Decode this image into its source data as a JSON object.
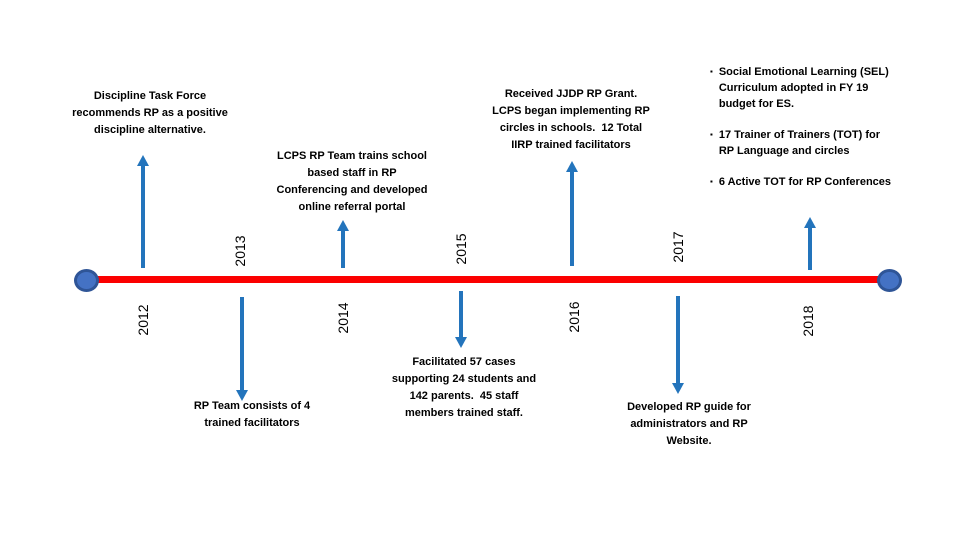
{
  "colors": {
    "timeline_red": "#fb0000",
    "arrow_blue": "#2374BC",
    "endpoint_fill": "#4472C4",
    "endpoint_border": "#2F5597",
    "text": "#000000"
  },
  "timeline": {
    "years": {
      "y2012": "2012",
      "y2013": "2013",
      "y2014": "2014",
      "y2015": "2015",
      "y2016": "2016",
      "y2017": "2017",
      "y2018": "2018"
    }
  },
  "events": {
    "discipline_task_force": [
      "Discipline Task Force",
      "recommends RP as a positive",
      "discipline alternative."
    ],
    "lcps_rp_team_training": [
      "LCPS RP Team trains school",
      "based staff in RP",
      "Conferencing and developed",
      "online referral portal"
    ],
    "jjdp_grant": [
      "Received JJDP RP Grant.",
      "LCPS began implementing RP",
      "circles in schools.  12 Total",
      "IIRP trained facilitators"
    ],
    "rp_team_facilitators": [
      "RP Team consists of 4",
      "trained facilitators"
    ],
    "facilitated_cases": [
      "Facilitated 57 cases",
      "supporting 24 students and",
      "142 parents.  45 staff",
      "members trained staff."
    ],
    "rp_guide_website": [
      "Developed RP guide for",
      "administrators and RP",
      "Website."
    ]
  },
  "bullets": {
    "marker": "▪",
    "items": [
      [
        "Social Emotional Learning (SEL)",
        "Curriculum adopted in FY 19",
        "budget for ES."
      ],
      [
        "17 Trainer of Trainers (TOT) for",
        "RP Language and circles"
      ],
      [
        "6 Active TOT for RP Conferences"
      ]
    ]
  }
}
